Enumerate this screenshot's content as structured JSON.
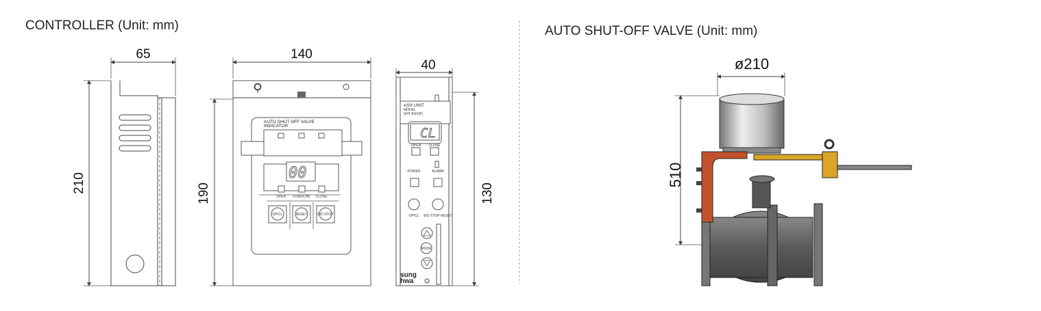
{
  "controller": {
    "title": "CONTROLLER (Unit: mm)",
    "side_view": {
      "width": "65",
      "height": "210"
    },
    "front_view": {
      "width": "140",
      "height": "190",
      "panel_title": "AUTO SHUT OFF VALVE",
      "panel_subtitle": "INDICATOR",
      "display": "00",
      "lamps": [
        "OPEN",
        "FUSE/CHK",
        "CLOSE"
      ],
      "buttons": [
        "OP/CL",
        "RESET",
        "E/D STOP"
      ]
    },
    "unit_view": {
      "width": "40",
      "height": "130",
      "label_line1": "ASV UNIT",
      "label_line2": "MODEL",
      "label_line3": "SHT-ASV(P)",
      "display": "CL",
      "lamps": [
        "OPEN",
        "CLOSE",
        "POWER",
        "ALARM"
      ],
      "buttons": [
        "OP/CL",
        "E/D STOP RESET"
      ],
      "mode_button": "MODE",
      "brand_line1": "sung",
      "brand_line2": "hwa"
    }
  },
  "valve": {
    "title": "AUTO SHUT-OFF VALVE (Unit: mm)",
    "diameter": "ø210",
    "height": "510"
  },
  "colors": {
    "bracket": "#c0532b",
    "lever": "#d9a62a",
    "body": "#6b6b6b"
  }
}
